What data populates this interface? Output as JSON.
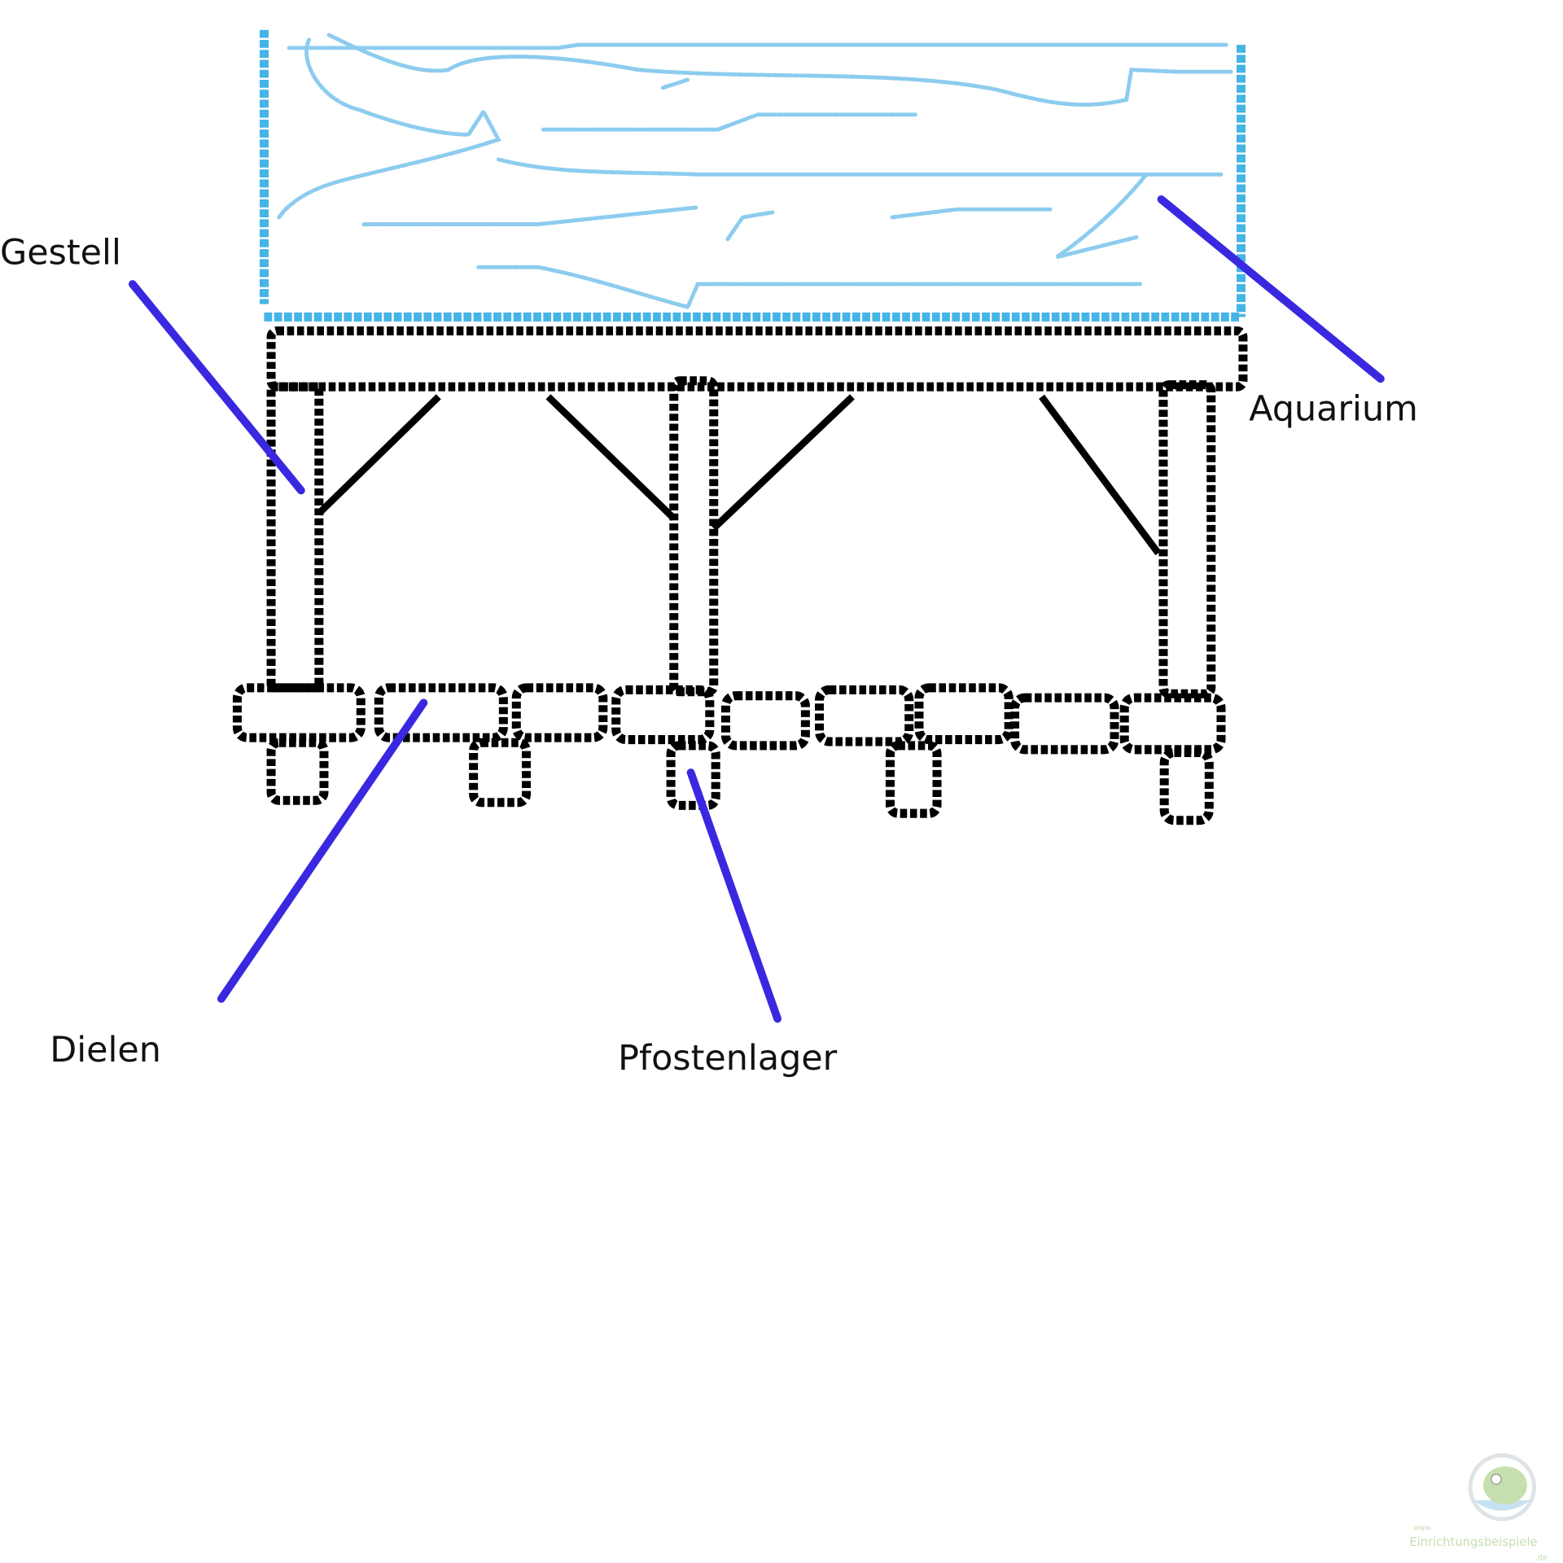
{
  "labels": {
    "frame": "Gestell",
    "aquarium": "Aquarium",
    "planks": "Dielen",
    "post_bases": "Pfostenlager"
  },
  "watermark": {
    "prefix": "www.",
    "name": "Einrichtungsbeispiele",
    "suffix": ".de"
  },
  "colors": {
    "glass": "#45b4e6",
    "leader": "#3a28e0",
    "wood": "#000000"
  }
}
